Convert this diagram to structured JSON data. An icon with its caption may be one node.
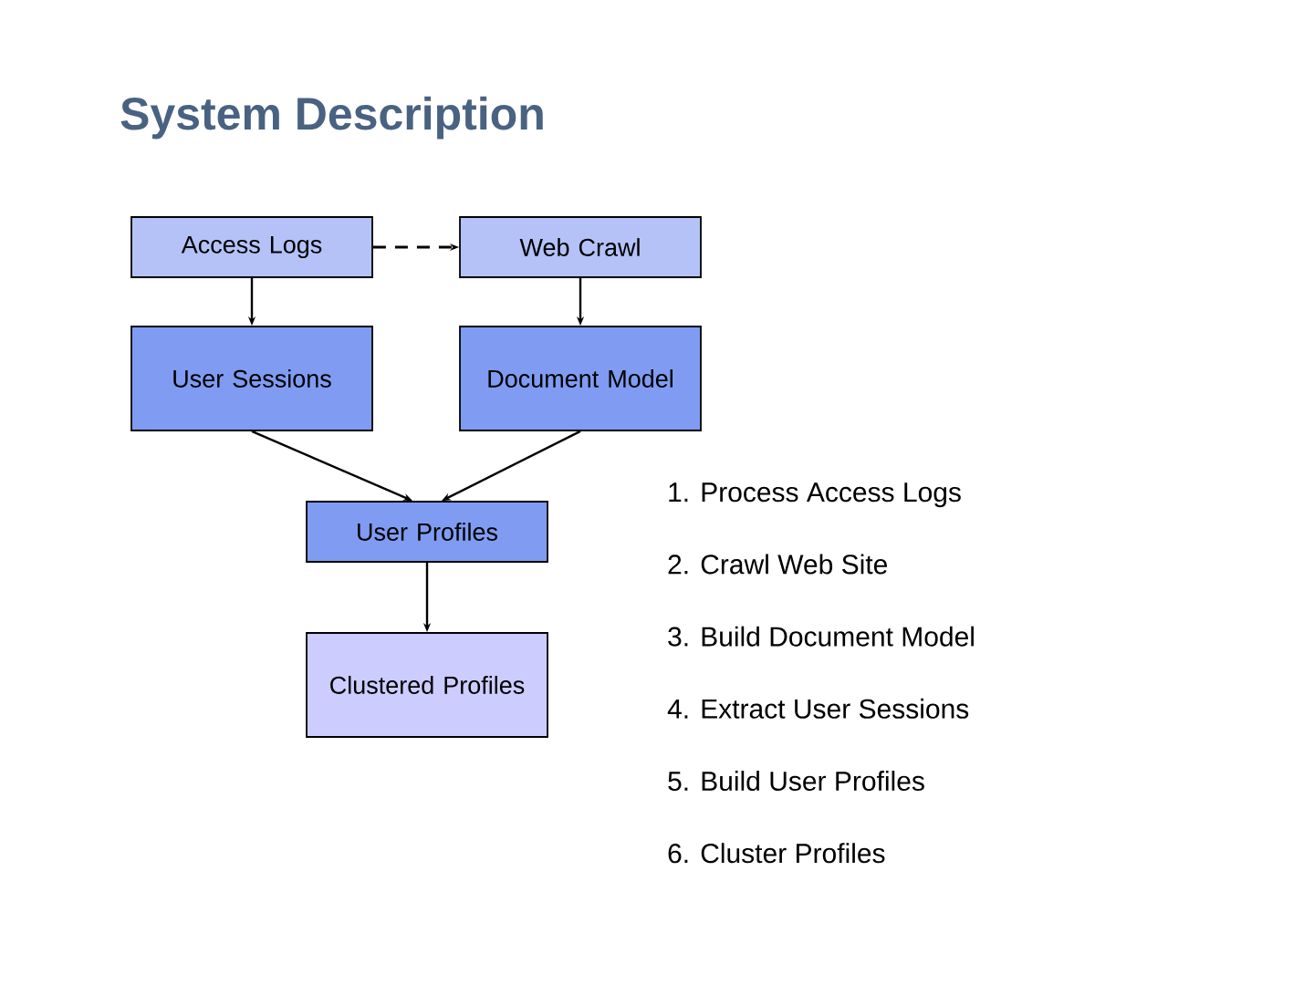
{
  "diagram": {
    "title": "System Description",
    "nodes": [
      {
        "text": [
          "Access Logs"
        ]
      },
      {
        "text": [
          "Web Crawl"
        ]
      },
      {
        "text": [
          "User Sessions"
        ]
      },
      {
        "text": [
          "Document Model"
        ]
      },
      {
        "text": [
          "User Profiles"
        ]
      },
      {
        "text": [
          "Clustered Profiles"
        ]
      }
    ],
    "edges": [
      {
        "from": 0,
        "to": 1,
        "arrow": "to",
        "style": "dashed"
      },
      {
        "from": 0,
        "to": 2,
        "arrow": "to"
      },
      {
        "from": 1,
        "to": 3,
        "arrow": "to"
      },
      {
        "from": 2,
        "to": 4,
        "arrow": "to"
      },
      {
        "from": 3,
        "to": 4,
        "arrow": "to"
      },
      {
        "from": 4,
        "to": 5,
        "arrow": "to"
      }
    ],
    "labels": [
      "1. Process Access Logs",
      "2. Crawl Web Site",
      "3. Build Document Model",
      "4. Extract User Sessions",
      "5. Build User Profiles",
      "6. Cluster Profiles"
    ]
  }
}
